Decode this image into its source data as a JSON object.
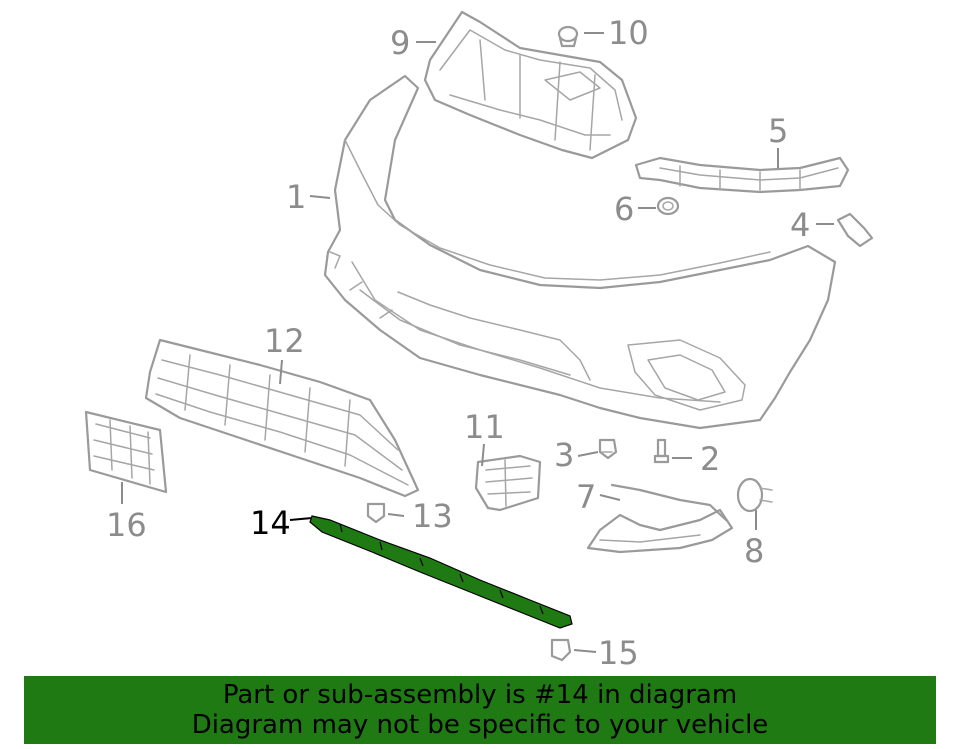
{
  "diagram": {
    "callouts": [
      {
        "id": "1",
        "label": "1"
      },
      {
        "id": "2",
        "label": "2"
      },
      {
        "id": "3",
        "label": "3"
      },
      {
        "id": "4",
        "label": "4"
      },
      {
        "id": "5",
        "label": "5"
      },
      {
        "id": "6",
        "label": "6"
      },
      {
        "id": "7",
        "label": "7"
      },
      {
        "id": "8",
        "label": "8"
      },
      {
        "id": "9",
        "label": "9"
      },
      {
        "id": "10",
        "label": "10"
      },
      {
        "id": "11",
        "label": "11"
      },
      {
        "id": "12",
        "label": "12"
      },
      {
        "id": "13",
        "label": "13"
      },
      {
        "id": "14",
        "label": "14",
        "highlighted": true
      },
      {
        "id": "15",
        "label": "15"
      },
      {
        "id": "16",
        "label": "16"
      }
    ],
    "highlight_color": "#1f7a14",
    "line_color": "#9a9a9a"
  },
  "banner": {
    "line1": "Part or sub-assembly is #14 in diagram",
    "line2": "Diagram may not be specific to your vehicle",
    "background": "#1f7a14"
  }
}
